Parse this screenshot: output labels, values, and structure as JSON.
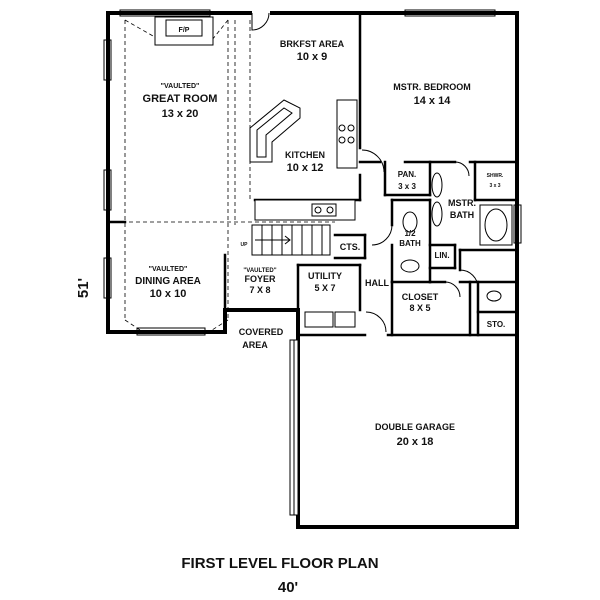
{
  "drawing": {
    "title": "FIRST LEVEL FLOOR PLAN",
    "width_dimension": "40'",
    "depth_dimension": "51'"
  },
  "rooms": {
    "fireplace": "F/P",
    "great_room_note": "\"VAULTED\"",
    "great_room_name": "GREAT ROOM",
    "great_room_size": "13 x 20",
    "brkfst_name": "BRKFST AREA",
    "brkfst_size": "10 x 9",
    "kitchen_name": "KITCHEN",
    "kitchen_size": "10 x 12",
    "master_bedroom_name": "MSTR. BEDROOM",
    "master_bedroom_size": "14 x 14",
    "pantry_name": "PAN.",
    "pantry_size": "3 x 3",
    "shower_name": "SHWR.",
    "shower_size": "3 x 3",
    "master_bath_line1": "MSTR.",
    "master_bath_line2": "BATH",
    "half_bath_line1": "1/2",
    "half_bath_line2": "BATH",
    "linen": "LIN.",
    "closets": "CTS.",
    "dining_note": "\"VAULTED\"",
    "dining_name": "DINING AREA",
    "dining_size": "10 x 10",
    "foyer_note": "\"VAULTED\"",
    "foyer_name": "FOYER",
    "foyer_size": "7 X 8",
    "utility_name": "UTILITY",
    "utility_size": "5 X 7",
    "hall": "HALL",
    "closet_name": "CLOSET",
    "closet_size": "8 X 5",
    "storage": "STO.",
    "covered_line1": "COVERED",
    "covered_line2": "AREA",
    "garage_name": "DOUBLE GARAGE",
    "garage_size": "20 x 18",
    "stair_note": "UP"
  }
}
